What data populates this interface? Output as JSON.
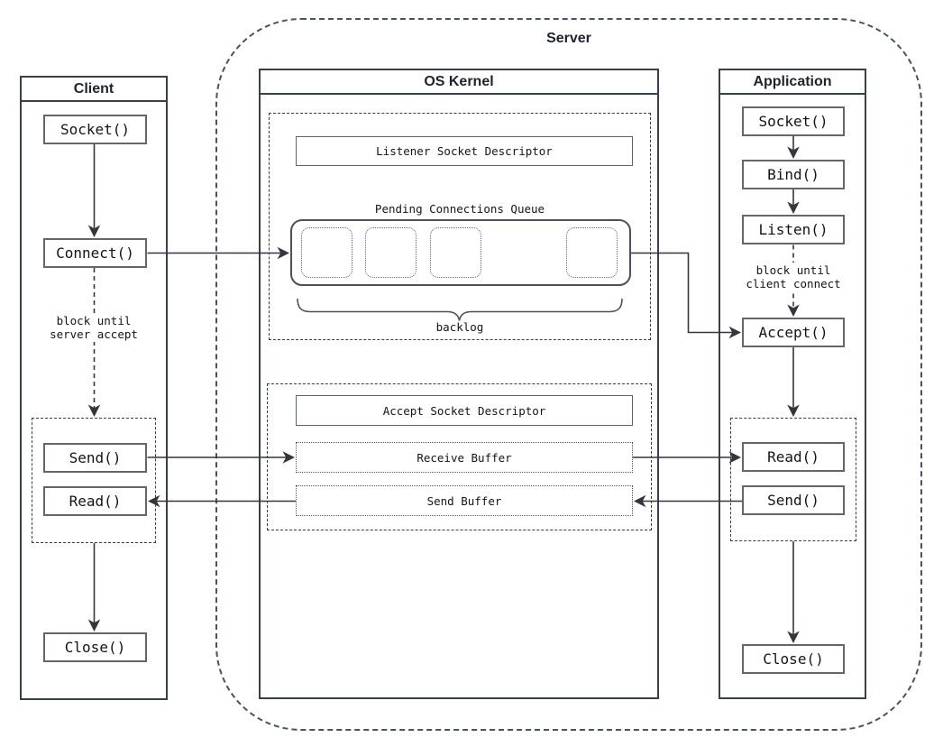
{
  "server_label": "Server",
  "client": {
    "header": "Client",
    "socket": "Socket()",
    "connect": "Connect()",
    "block_note": "block until\nserver accept",
    "send": "Send()",
    "read": "Read()",
    "close": "Close()"
  },
  "os_kernel": {
    "header": "OS Kernel",
    "listener_descriptor": "Listener Socket Descriptor",
    "pending_queue_label": "Pending Connections Queue",
    "backlog_label": "backlog",
    "accept_descriptor": "Accept Socket Descriptor",
    "receive_buffer": "Receive Buffer",
    "send_buffer": "Send Buffer",
    "queue_slot_count": 4
  },
  "application": {
    "header": "Application",
    "socket": "Socket()",
    "bind": "Bind()",
    "listen": "Listen()",
    "block_note": "block until\nclient connect",
    "accept": "Accept()",
    "read": "Read()",
    "send": "Send()",
    "close": "Close()"
  },
  "colors": {
    "column_border": "#39404c",
    "node_border": "#666666",
    "arrow": "#33373d",
    "dashed_group_border": "#3b3b3b",
    "server_border": "#4a5160",
    "text": "#141414"
  }
}
